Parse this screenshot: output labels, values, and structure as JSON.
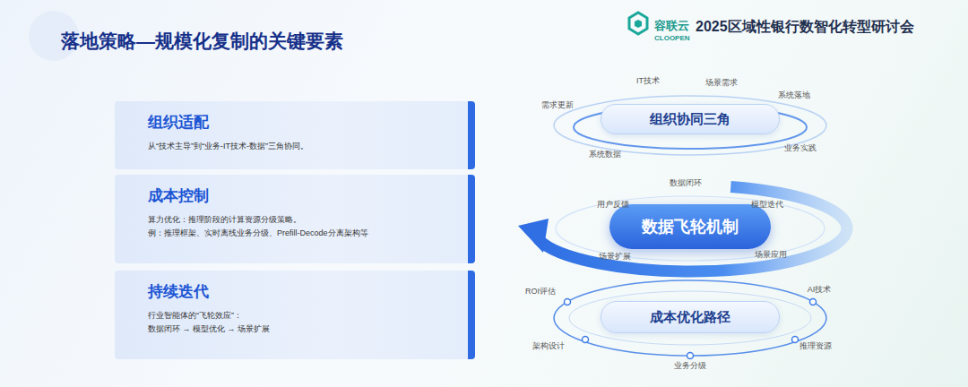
{
  "diagram": {
    "title": "落地策略—规模化复制的关键要素",
    "nodes": [
      {
        "text": [
          "组织适配",
          "从“技术主导”到“业务-IT技术-数据”三角协同。"
        ]
      },
      {
        "text": [
          "成本控制",
          "算力优化：推理阶段的计算资源分级策略。",
          "例：推理框架、实时离线业务分级、Prefill-Decode分离架构等"
        ]
      },
      {
        "text": [
          "持续迭代",
          "行业智能体的“飞轮效应”：",
          "数据闭环 → 模型优化 → 场景扩展"
        ]
      },
      {
        "text": [
          "组织协同三角"
        ]
      },
      {
        "text": [
          "数据飞轮机制"
        ]
      },
      {
        "text": [
          "成本优化路径"
        ]
      }
    ],
    "labels": [
      "容联云",
      "CLOOPEN",
      "2025区域性银行数智化转型研讨会",
      "IT技术",
      "场景需求",
      "系统落地",
      "需求更新",
      "业务实践",
      "系统数据",
      "数据闭环",
      "用户反馈",
      "模型迭代",
      "场景扩展",
      "场景应用",
      "ROI评估",
      "AI技术",
      "架构设计",
      "推理资源",
      "业务分级"
    ]
  }
}
